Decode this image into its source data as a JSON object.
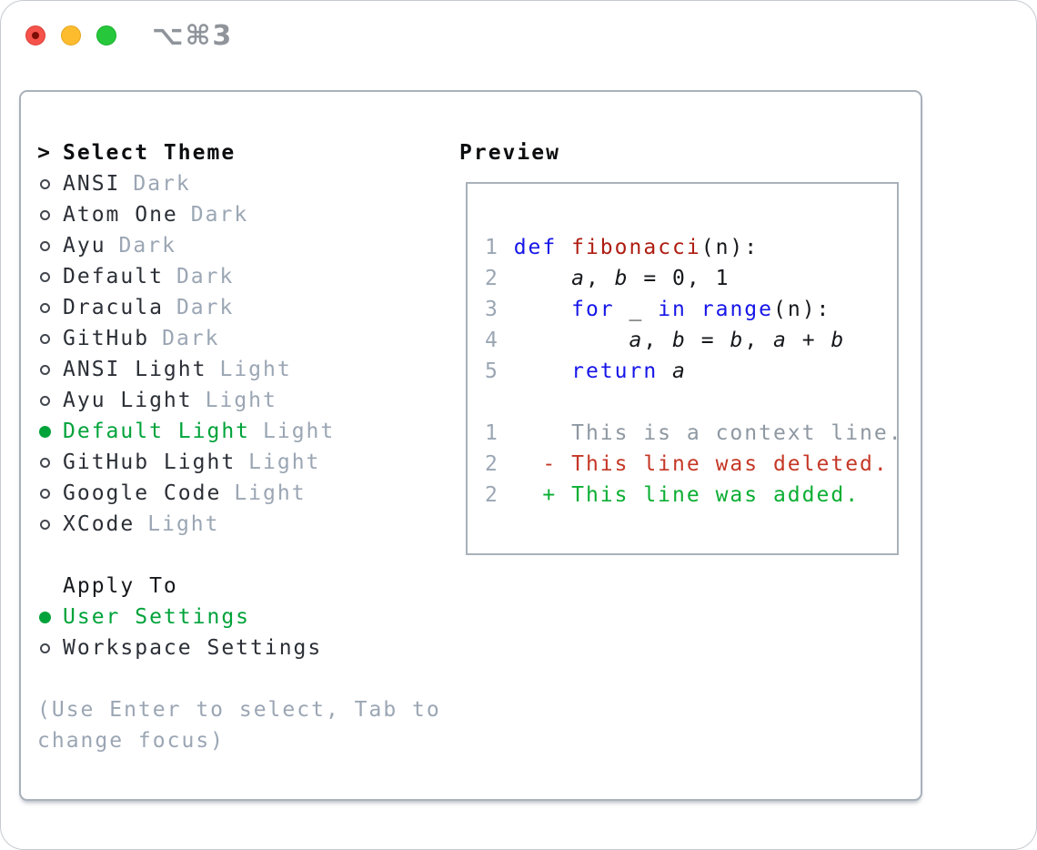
{
  "window": {
    "title_shortcut": "⌥⌘3",
    "traffic_lights": [
      "close",
      "minimize",
      "zoom"
    ]
  },
  "colors": {
    "accent_green": "#00a33a",
    "keyword_blue": "#1616e8",
    "function_red": "#ae1d12",
    "diff_deleted_red": "#c53726",
    "diff_added_green": "#0bae33",
    "muted_gray": "#9ba6b4",
    "panel_border_gray": "#a9b1ba"
  },
  "theme_picker": {
    "prompt": ">",
    "title": "Select Theme",
    "items": [
      {
        "label": "ANSI",
        "variant": "Dark",
        "selected": false
      },
      {
        "label": "Atom One",
        "variant": "Dark",
        "selected": false
      },
      {
        "label": "Ayu",
        "variant": "Dark",
        "selected": false
      },
      {
        "label": "Default",
        "variant": "Dark",
        "selected": false
      },
      {
        "label": "Dracula",
        "variant": "Dark",
        "selected": false
      },
      {
        "label": "GitHub",
        "variant": "Dark",
        "selected": false
      },
      {
        "label": "ANSI Light",
        "variant": "Light",
        "selected": false
      },
      {
        "label": "Ayu Light",
        "variant": "Light",
        "selected": false
      },
      {
        "label": "Default Light",
        "variant": "Light",
        "selected": true
      },
      {
        "label": "GitHub Light",
        "variant": "Light",
        "selected": false
      },
      {
        "label": "Google Code",
        "variant": "Light",
        "selected": false
      },
      {
        "label": "XCode",
        "variant": "Light",
        "selected": false
      }
    ]
  },
  "apply_to": {
    "title": "Apply To",
    "options": [
      {
        "label": "User Settings",
        "selected": true
      },
      {
        "label": "Workspace Settings",
        "selected": false
      }
    ]
  },
  "help_text": "(Use Enter to select, Tab to change focus)",
  "preview": {
    "title": "Preview",
    "code_lines": [
      {
        "num": "1",
        "segments": [
          {
            "t": "def",
            "s": "kw"
          },
          {
            "t": " ",
            "s": "p"
          },
          {
            "t": "fibonacci",
            "s": "fn"
          },
          {
            "t": "(n):",
            "s": "p"
          }
        ]
      },
      {
        "num": "2",
        "segments": [
          {
            "t": "    ",
            "s": "p"
          },
          {
            "t": "a",
            "s": "var"
          },
          {
            "t": ", ",
            "s": "p"
          },
          {
            "t": "b",
            "s": "var"
          },
          {
            "t": " = 0, 1",
            "s": "p"
          }
        ]
      },
      {
        "num": "3",
        "segments": [
          {
            "t": "    ",
            "s": "p"
          },
          {
            "t": "for",
            "s": "kw"
          },
          {
            "t": " _ ",
            "s": "p"
          },
          {
            "t": "in",
            "s": "kw"
          },
          {
            "t": " ",
            "s": "p"
          },
          {
            "t": "range",
            "s": "kw"
          },
          {
            "t": "(n):",
            "s": "p"
          }
        ]
      },
      {
        "num": "4",
        "segments": [
          {
            "t": "        ",
            "s": "p"
          },
          {
            "t": "a",
            "s": "var"
          },
          {
            "t": ", ",
            "s": "p"
          },
          {
            "t": "b",
            "s": "var"
          },
          {
            "t": " = ",
            "s": "p"
          },
          {
            "t": "b",
            "s": "var"
          },
          {
            "t": ", ",
            "s": "p"
          },
          {
            "t": "a",
            "s": "var"
          },
          {
            "t": " + ",
            "s": "p"
          },
          {
            "t": "b",
            "s": "var"
          }
        ]
      },
      {
        "num": "5",
        "segments": [
          {
            "t": "    ",
            "s": "p"
          },
          {
            "t": "return",
            "s": "kw"
          },
          {
            "t": " ",
            "s": "p"
          },
          {
            "t": "a",
            "s": "var"
          }
        ]
      }
    ],
    "diff_lines": [
      {
        "num": "1",
        "marker": " ",
        "text": "This is a context line.",
        "kind": "context"
      },
      {
        "num": "2",
        "marker": "-",
        "text": "This line was deleted.",
        "kind": "deleted"
      },
      {
        "num": "2",
        "marker": "+",
        "text": "This line was added.",
        "kind": "added"
      }
    ]
  }
}
